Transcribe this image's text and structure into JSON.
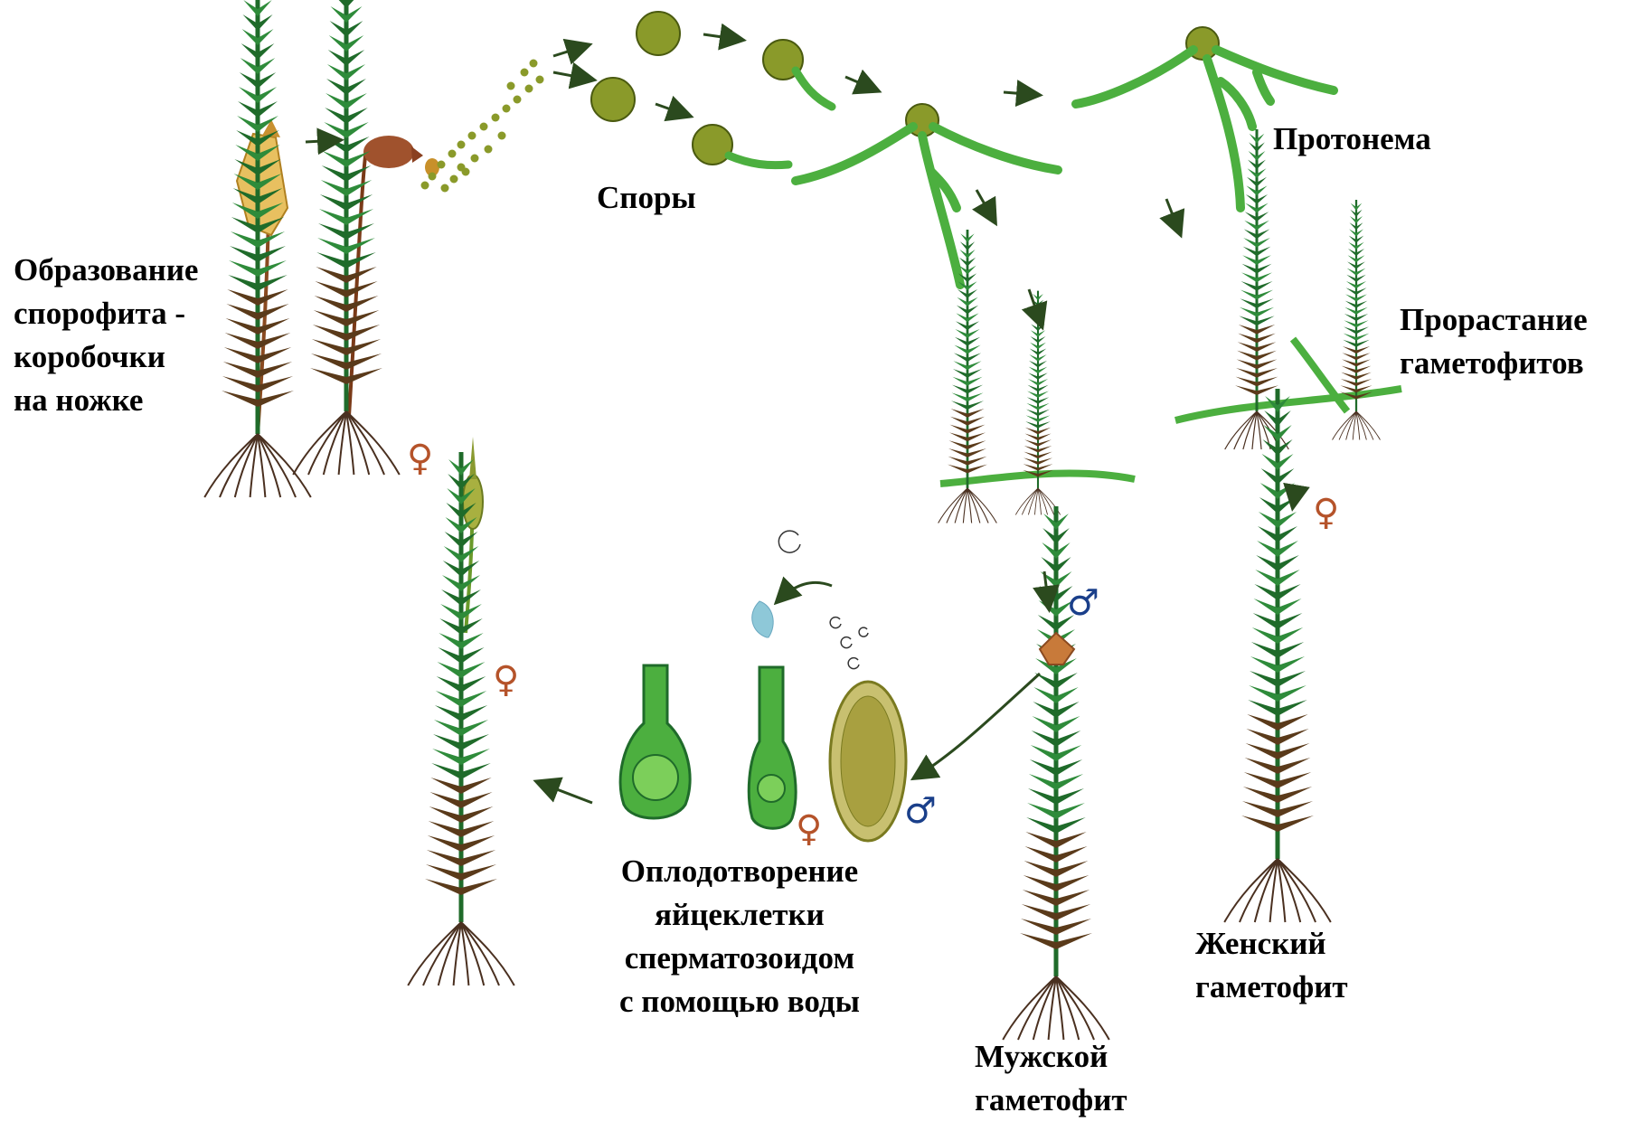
{
  "labels": {
    "sporophyte": "Образование\nспорофита -\nкоробочки\nна ножке",
    "spores": "Споры",
    "protonema": "Протонема",
    "germination": "Прорастание\nгаметофитов",
    "fertilization": "Оплодотворение\nяйцеклетки\nсперматозоидом\nс помощью воды",
    "male": "Мужской\nгаметофит",
    "female": "Женский\nгаметофит"
  },
  "symbols": {
    "female": "♀",
    "male": "♂"
  },
  "colors": {
    "leaf": "#2e8b3a",
    "leaf_dark": "#1f6b2a",
    "stem_dark": "#5a3a1a",
    "root": "#4a3020",
    "spore": "#8a9a2a",
    "protonema": "#4caf3f",
    "capsule": "#a0522d",
    "capsule_yellow": "#e0b040",
    "female_sym": "#b5532a",
    "male_sym": "#1a3f8a",
    "arrow": "#2b4a1e",
    "water": "#8ec8d8"
  }
}
